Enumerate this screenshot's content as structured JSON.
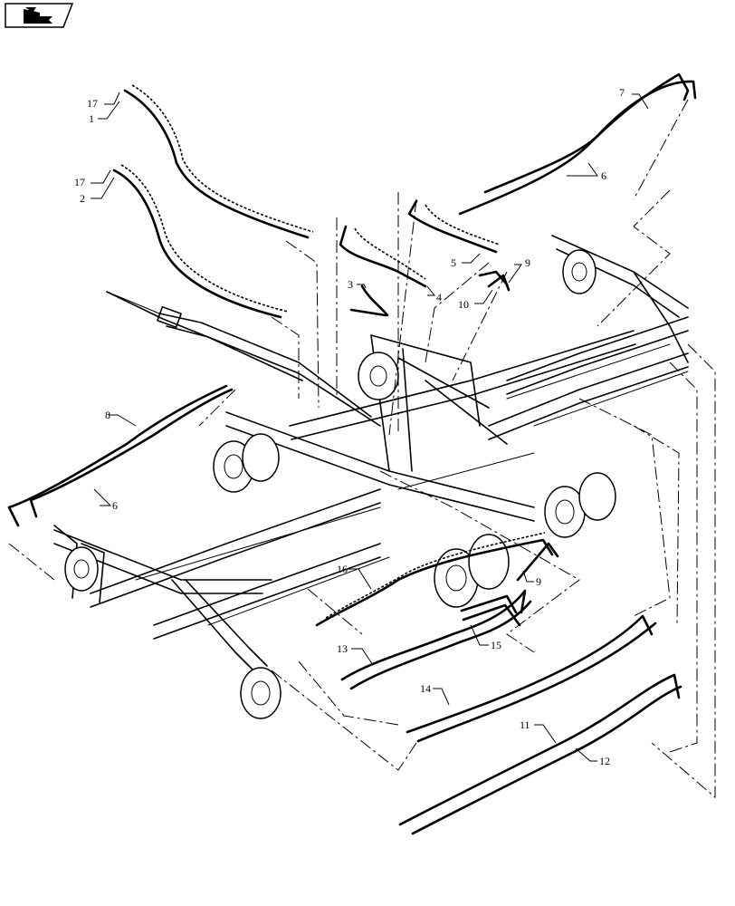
{
  "nav_icon": "return-arrow-icon",
  "callouts": {
    "c17a": "17",
    "c1": "1",
    "c17b": "17",
    "c2": "2",
    "c3": "3",
    "c4": "4",
    "c5": "5",
    "c6a": "6",
    "c6b": "6",
    "c7": "7",
    "c8": "8",
    "c9a": "9",
    "c9b": "9",
    "c10": "10",
    "c11": "11",
    "c12": "12",
    "c13": "13",
    "c14": "14",
    "c15": "15",
    "c16": "16"
  }
}
